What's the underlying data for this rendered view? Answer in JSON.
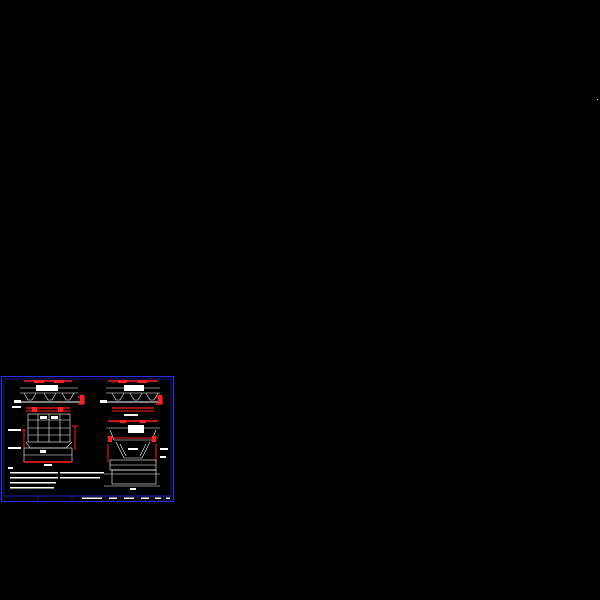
{
  "viewport": {
    "background": "#000000"
  },
  "drawing": {
    "colors": {
      "frame": "#2b2bff",
      "line": "#ffffff",
      "dimension": "#ff2020"
    },
    "views": [
      {
        "id": "front-view"
      },
      {
        "id": "side-view"
      }
    ],
    "notes_lines": 4,
    "title_block_cells": 8
  }
}
